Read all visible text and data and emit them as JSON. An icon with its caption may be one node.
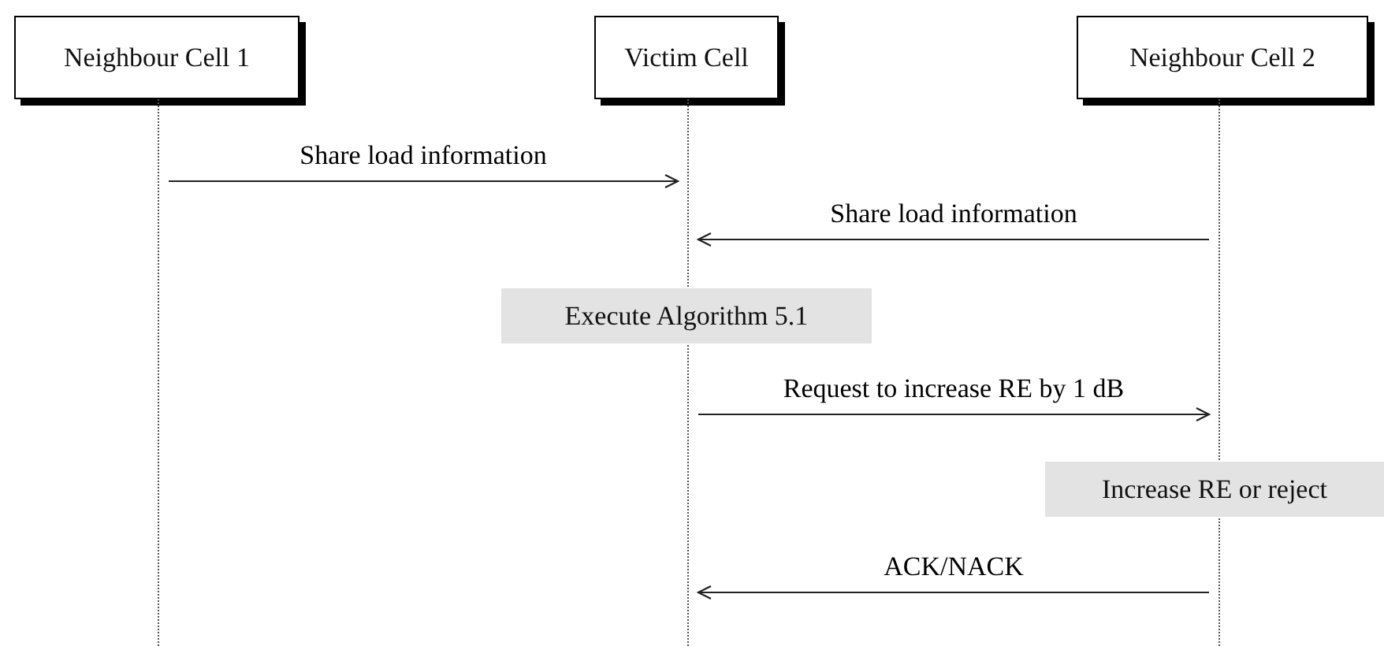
{
  "diagram": {
    "nodes": [
      {
        "text": [
          "Neighbour Cell 1"
        ]
      },
      {
        "text": [
          "Victim Cell"
        ]
      },
      {
        "text": [
          "Neighbour Cell 2"
        ]
      },
      {
        "text": [],
        "shape": "line"
      },
      {
        "text": [],
        "shape": "line"
      },
      {
        "text": [],
        "shape": "line"
      },
      {
        "text": [
          "Execute Algorithm 5.1"
        ]
      },
      {
        "text": [
          "Increase RE or reject"
        ]
      }
    ],
    "edges": [
      {
        "from": 3,
        "to": 4,
        "arrow": "to",
        "label": "Share load information"
      },
      {
        "from": 5,
        "to": 4,
        "arrow": "to",
        "label": "Share load information"
      },
      {
        "from": 4,
        "to": 5,
        "arrow": "to",
        "label": "Request to increase RE by 1 dB"
      },
      {
        "from": 5,
        "to": 4,
        "arrow": "to",
        "label": "ACK/NACK"
      }
    ]
  }
}
